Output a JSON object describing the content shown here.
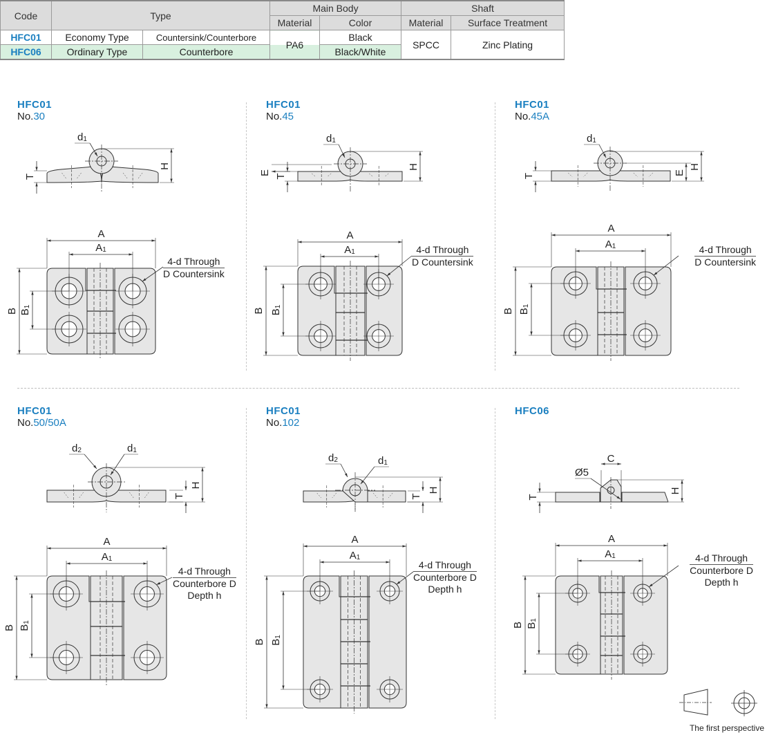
{
  "spec_table": {
    "headers": {
      "code": "Code",
      "type": "Type",
      "main_body": "Main Body",
      "shaft": "Shaft",
      "material": "Material",
      "color": "Color",
      "shaft_material": "Material",
      "surface_treatment": "Surface Treatment"
    },
    "rows": [
      {
        "code": "HFC01",
        "type": "Economy Type",
        "hole": "Countersink/Counterbore",
        "body_material": "PA6",
        "color": "Black",
        "shaft_material": "SPCC",
        "surface": "Zinc Plating"
      },
      {
        "code": "HFC06",
        "type": "Ordinary Type",
        "hole": "Counterbore",
        "body_material": "PA6",
        "color": "Black/White",
        "shaft_material": "SPCC",
        "surface": "Zinc Plating"
      }
    ],
    "highlight_color": "#d8f0df"
  },
  "drawings": [
    {
      "code": "HFC01",
      "no_prefix": "No.",
      "no": "30",
      "side_labels": [
        "d1",
        "T",
        "H"
      ],
      "top_labels": [
        "A",
        "A1",
        "B",
        "B1"
      ],
      "note": [
        "4-d Through",
        "D Countersink"
      ]
    },
    {
      "code": "HFC01",
      "no_prefix": "No.",
      "no": "45",
      "side_labels": [
        "d1",
        "E",
        "T",
        "H"
      ],
      "top_labels": [
        "A",
        "A1",
        "B",
        "B1"
      ],
      "note": [
        "4-d Through",
        "D Countersink"
      ]
    },
    {
      "code": "HFC01",
      "no_prefix": "No.",
      "no": "45A",
      "side_labels": [
        "d1",
        "T",
        "E",
        "H"
      ],
      "top_labels": [
        "A",
        "A1",
        "B",
        "B1"
      ],
      "note": [
        "4-d Through",
        "D Countersink"
      ]
    },
    {
      "code": "HFC01",
      "no_prefix": "No.",
      "no": "50/50A",
      "side_labels": [
        "d2",
        "d1",
        "T",
        "H"
      ],
      "top_labels": [
        "A",
        "A1",
        "B",
        "B1"
      ],
      "note": [
        "4-d Through",
        "Counterbore D",
        "Depth h"
      ]
    },
    {
      "code": "HFC01",
      "no_prefix": "No.",
      "no": "102",
      "side_labels": [
        "d2",
        "d1",
        "T",
        "H"
      ],
      "top_labels": [
        "A",
        "A1",
        "B",
        "B1"
      ],
      "note": [
        "4-d Through",
        "Counterbore D",
        "Depth h"
      ]
    },
    {
      "code": "HFC06",
      "side_labels": [
        "C",
        "Ø5",
        "T",
        "H"
      ],
      "top_labels": [
        "A",
        "A1",
        "B",
        "B1"
      ],
      "note": [
        "4-d Through",
        "Counterbore D",
        "Depth h"
      ]
    }
  ],
  "projection": {
    "label": "The first perspective",
    "icon": "first-angle-projection-icon"
  },
  "colors": {
    "accent": "#1a7fc0",
    "code_header": "#8a2a7a",
    "part_fill": "#e6e6e6",
    "line": "#333333"
  }
}
